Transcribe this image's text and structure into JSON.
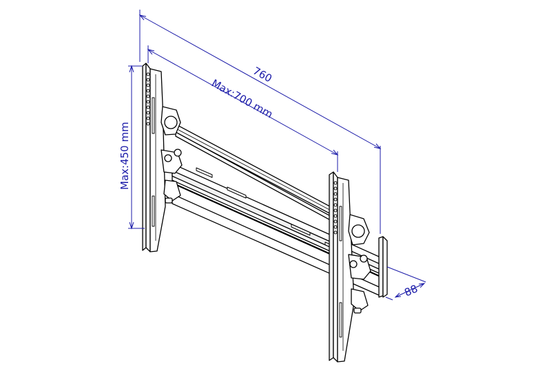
{
  "dimensions": {
    "overall_width": "760",
    "max_vesa_width": "Max:700  mm",
    "max_vesa_height": "Max:450  mm",
    "depth": "88"
  },
  "colors": {
    "dimension_line": "#1a1aa8",
    "dimension_text": "#1a1aa8",
    "bracket_stroke": "#000000",
    "bracket_fill": "#ffffff"
  }
}
